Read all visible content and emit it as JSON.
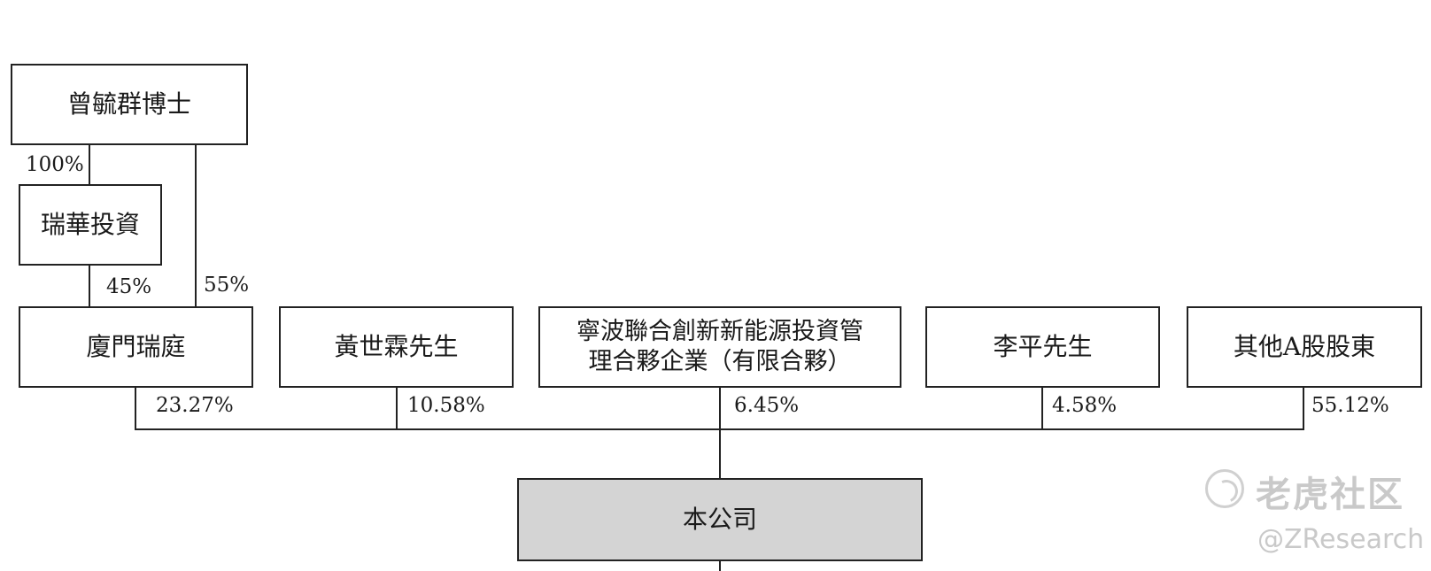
{
  "diagram": {
    "entities": {
      "zeng": "曾毓群博士",
      "ruihua": "瑞華投資",
      "xiamen": "廈門瑞庭",
      "huang": "黃世霖先生",
      "ningbo_line1": "寧波聯合創新新能源投資管",
      "ningbo_line2": "理合夥企業（有限合夥）",
      "li": "李平先生",
      "other": "其他A股股東",
      "company": "本公司"
    },
    "percentages": {
      "zeng_to_ruihua": "100%",
      "ruihua_to_xiamen": "45%",
      "zeng_to_xiamen": "55%",
      "xiamen_to_company": "23.27%",
      "huang_to_company": "10.58%",
      "ningbo_to_company": "6.45%",
      "li_to_company": "4.58%",
      "other_to_company": "55.12%"
    }
  },
  "watermark": {
    "logo_text": "老虎社区",
    "handle": "@ZResearch"
  }
}
